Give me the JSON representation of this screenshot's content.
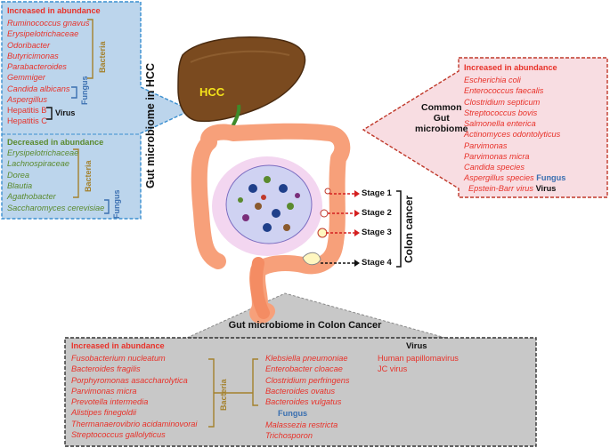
{
  "hcc": {
    "title": "Gut microbiome in HCC",
    "liver_label": "HCC",
    "increased": {
      "header": "Increased in abundance",
      "bacteria": [
        "Ruminococcus gnavus",
        "Erysipelotrichaceae",
        "Odoribacter",
        "Butyricimonas",
        "Parabacteroides",
        "Gemmiger"
      ],
      "fungus": [
        "Candida albicans",
        "Aspergillus"
      ],
      "virus": [
        "Hepatitis B",
        "Hepatitis C"
      ]
    },
    "decreased": {
      "header": "Decreased in abundance",
      "bacteria": [
        "Erysipelotrichaceae",
        "Lachnospiraceae",
        "Dorea",
        "Blautia",
        "Agathobacter"
      ],
      "fungus": [
        "Saccharomyces cerevisiae"
      ]
    },
    "bacteria_label": "Bacteria",
    "fungus_label": "Fungus",
    "virus_label": "Virus"
  },
  "common": {
    "title_lines": [
      "Common",
      "Gut",
      "microbiome"
    ],
    "header": "Increased in abundance",
    "bacteria": [
      "Escherichia coli",
      "Enterococcus faecalis",
      "Clostridium septicum",
      "Streptococcus bovis",
      "Salmonella enterica",
      "Actinomyces odontolyticus",
      "Parvimonas",
      "Parvimonas micra"
    ],
    "fungus_items": [
      "Candida species",
      "Aspergillus species"
    ],
    "virus_items": [
      "Epstein-Barr virus"
    ],
    "fungus_label": "Fungus",
    "virus_label": "Virus"
  },
  "stages": [
    "Stage 1",
    "Stage 2",
    "Stage 3",
    "Stage 4"
  ],
  "colon_cancer_label": "Colon cancer",
  "colon": {
    "title": "Gut microbiome in Colon Cancer",
    "header": "Increased in abundance",
    "bacteria_col1": [
      "Fusobacterium nucleatum",
      "Bacteroides fragilis",
      "Porphyromonas asaccharolytica",
      "Parvimonas micra",
      "Prevotella intermedia",
      "Alistipes finegoldii",
      "Thermanaerovibrio acidaminovorai",
      "Streptococcus gallolyticus"
    ],
    "bacteria_col2": [
      "Klebsiella pneumoniae",
      "Enterobacter cloacae",
      "Clostridium perfringens",
      "Bacteroides ovatus",
      "Bacteroides vulgatus"
    ],
    "bacteria_label": "Bacteria",
    "fungus_label": "Fungus",
    "fungus": [
      "Malassezia restricta",
      "Trichosporon"
    ],
    "virus_label": "Virus",
    "virus": [
      "Human papillomavirus",
      "JC virus"
    ]
  },
  "colors": {
    "hcc_box": "#bcd5ec",
    "hcc_border": "#3a8fd0",
    "common_box": "#f8dde2",
    "common_border": "#c0392b",
    "colon_box": "#c8c8c8",
    "red_text": "#e8322a",
    "green_text": "#5a8a2e",
    "bracket": "#a4812c",
    "fungus_text": "#3a6fb0"
  }
}
